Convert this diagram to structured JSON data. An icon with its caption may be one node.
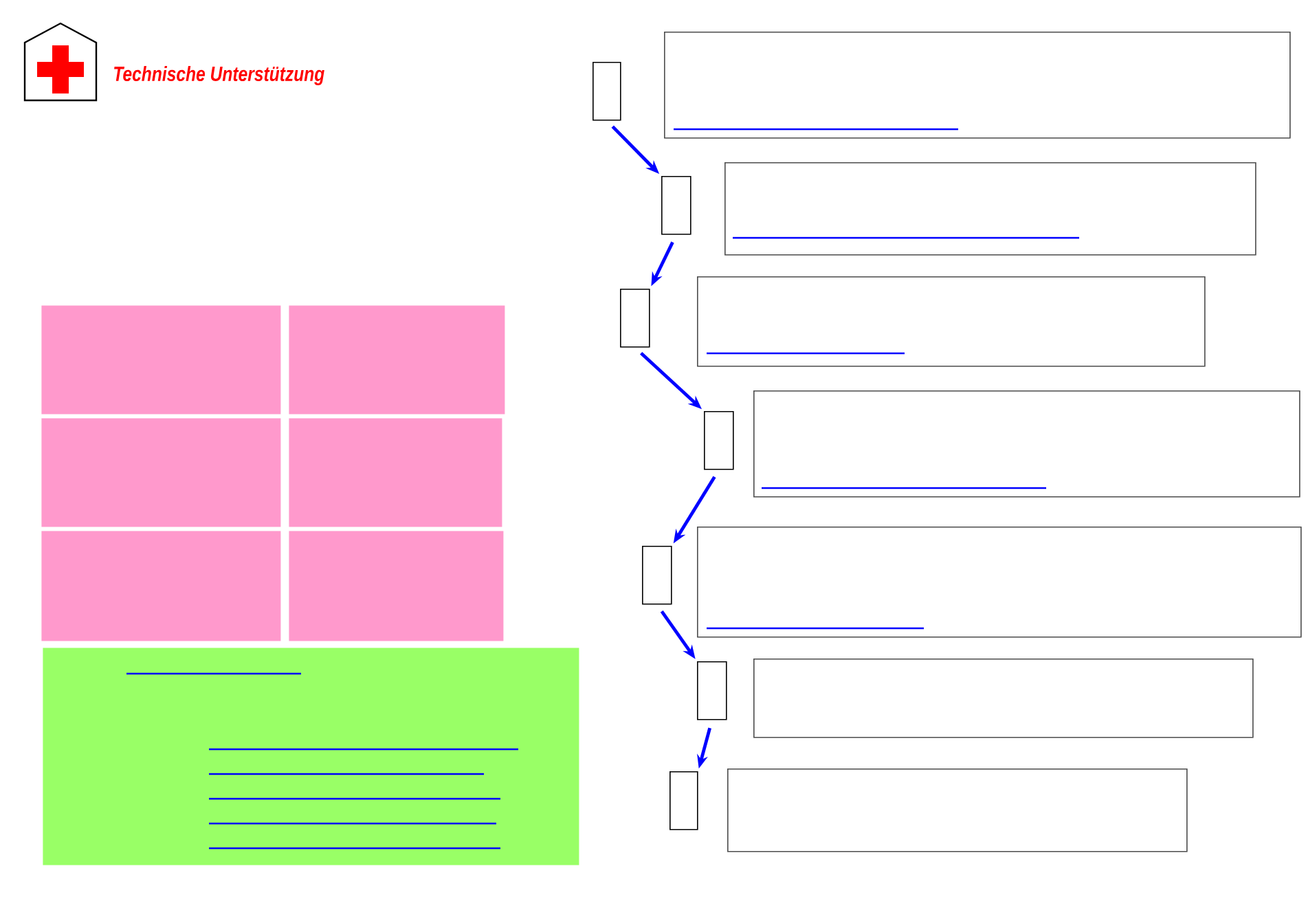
{
  "diagram": {
    "title": "Technische Unterstützung",
    "nodes": [
      {
        "text": [],
        "shape": "box"
      },
      {
        "text": [],
        "shape": "box"
      },
      {
        "text": [],
        "shape": "box"
      },
      {
        "text": [],
        "shape": "box"
      },
      {
        "text": [],
        "shape": "box"
      },
      {
        "text": [],
        "shape": "box"
      },
      {
        "text": [],
        "shape": "box"
      },
      {
        "text": [],
        "shape": "box"
      },
      {
        "text": [],
        "shape": "box"
      },
      {
        "text": [],
        "shape": "box"
      },
      {
        "text": [],
        "shape": "box"
      },
      {
        "text": [],
        "shape": "box"
      },
      {
        "text": [],
        "shape": "box"
      },
      {
        "text": [],
        "shape": "box"
      },
      {
        "text": [],
        "shape": "box"
      },
      {
        "text": [],
        "shape": "box"
      },
      {
        "text": [],
        "shape": "box"
      },
      {
        "text": [],
        "shape": "box"
      },
      {
        "text": [],
        "shape": "box"
      },
      {
        "text": [],
        "shape": "box"
      },
      {
        "text": [],
        "shape": "box"
      }
    ],
    "edges": [
      {
        "from": 0,
        "to": 1,
        "arrow": "to"
      },
      {
        "from": 1,
        "to": 2,
        "arrow": "to"
      },
      {
        "from": 2,
        "to": 3,
        "arrow": "to"
      },
      {
        "from": 3,
        "to": 4,
        "arrow": "to"
      },
      {
        "from": 4,
        "to": 5,
        "arrow": "to"
      },
      {
        "from": 5,
        "to": 6,
        "arrow": "to"
      }
    ]
  }
}
